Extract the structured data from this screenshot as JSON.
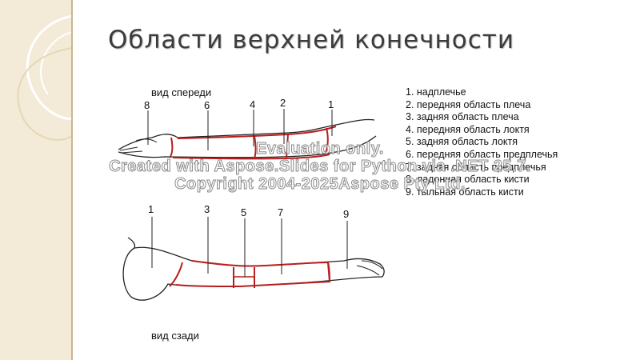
{
  "title": "Области верхней конечности",
  "front_view_label": "вид спереди",
  "back_view_label": "вид сзади",
  "front_numbers": [
    "8",
    "6",
    "4",
    "2",
    "1"
  ],
  "back_numbers": [
    "1",
    "3",
    "5",
    "7",
    "9"
  ],
  "legend": [
    "1. надплечье",
    "2. передняя область плеча",
    "3. задняя область плеча",
    "4. передняя область локтя",
    "5. задняя область локтя",
    "6. передняя область предплечья",
    "7. задняя область предплечья",
    "8. ладонная область кисти",
    "9. тыльная область кисти"
  ],
  "watermark": {
    "line1": "Evaluation only.",
    "line2": "Created with Aspose.Slides for Python via .NET 25.7.",
    "line3": "Copyright 2004-2025Aspose Pty Ltd."
  },
  "colors": {
    "outline": "#222222",
    "region_line": "#b81e1e",
    "sidebar": "#f3ead7"
  }
}
